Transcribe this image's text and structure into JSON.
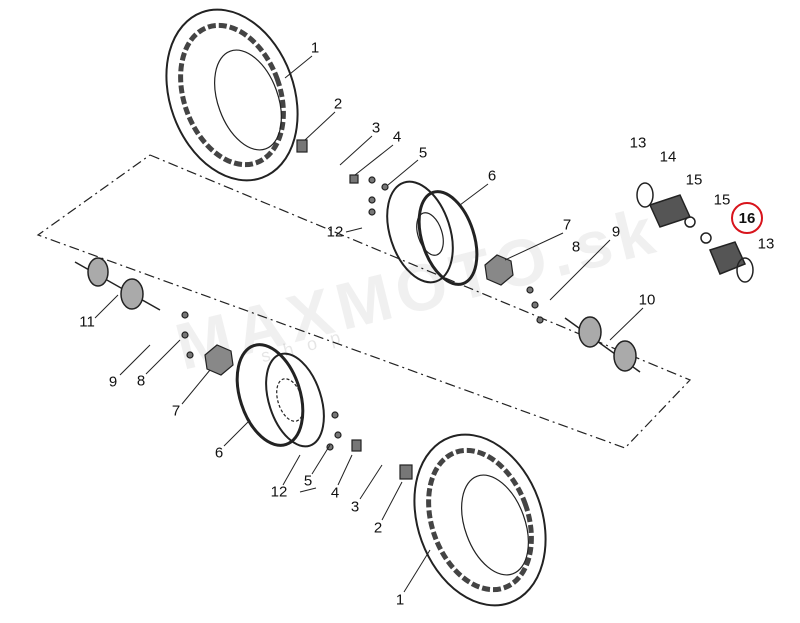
{
  "diagram": {
    "title": "Wheel assembly exploded view",
    "watermark": "MAXMOTO.sk",
    "watermark_sub": "shop",
    "highlight_color": "#d8141c",
    "labels": [
      {
        "id": "1a",
        "text": "1"
      },
      {
        "id": "2a",
        "text": "2"
      },
      {
        "id": "3a",
        "text": "3"
      },
      {
        "id": "4a",
        "text": "4"
      },
      {
        "id": "5a",
        "text": "5"
      },
      {
        "id": "6a",
        "text": "6"
      },
      {
        "id": "7a",
        "text": "7"
      },
      {
        "id": "8a",
        "text": "8"
      },
      {
        "id": "9a",
        "text": "9"
      },
      {
        "id": "10",
        "text": "10"
      },
      {
        "id": "11",
        "text": "11"
      },
      {
        "id": "12a",
        "text": "12"
      },
      {
        "id": "13a",
        "text": "13"
      },
      {
        "id": "14",
        "text": "14"
      },
      {
        "id": "15a",
        "text": "15"
      },
      {
        "id": "15b",
        "text": "15"
      },
      {
        "id": "16",
        "text": "16"
      },
      {
        "id": "13b",
        "text": "13"
      },
      {
        "id": "9b",
        "text": "9"
      },
      {
        "id": "8b",
        "text": "8"
      },
      {
        "id": "7b",
        "text": "7"
      },
      {
        "id": "6b",
        "text": "6"
      },
      {
        "id": "12b",
        "text": "12"
      },
      {
        "id": "5b",
        "text": "5"
      },
      {
        "id": "4b",
        "text": "4"
      },
      {
        "id": "3b",
        "text": "3"
      },
      {
        "id": "2b",
        "text": "2"
      },
      {
        "id": "1b",
        "text": "1"
      }
    ]
  }
}
